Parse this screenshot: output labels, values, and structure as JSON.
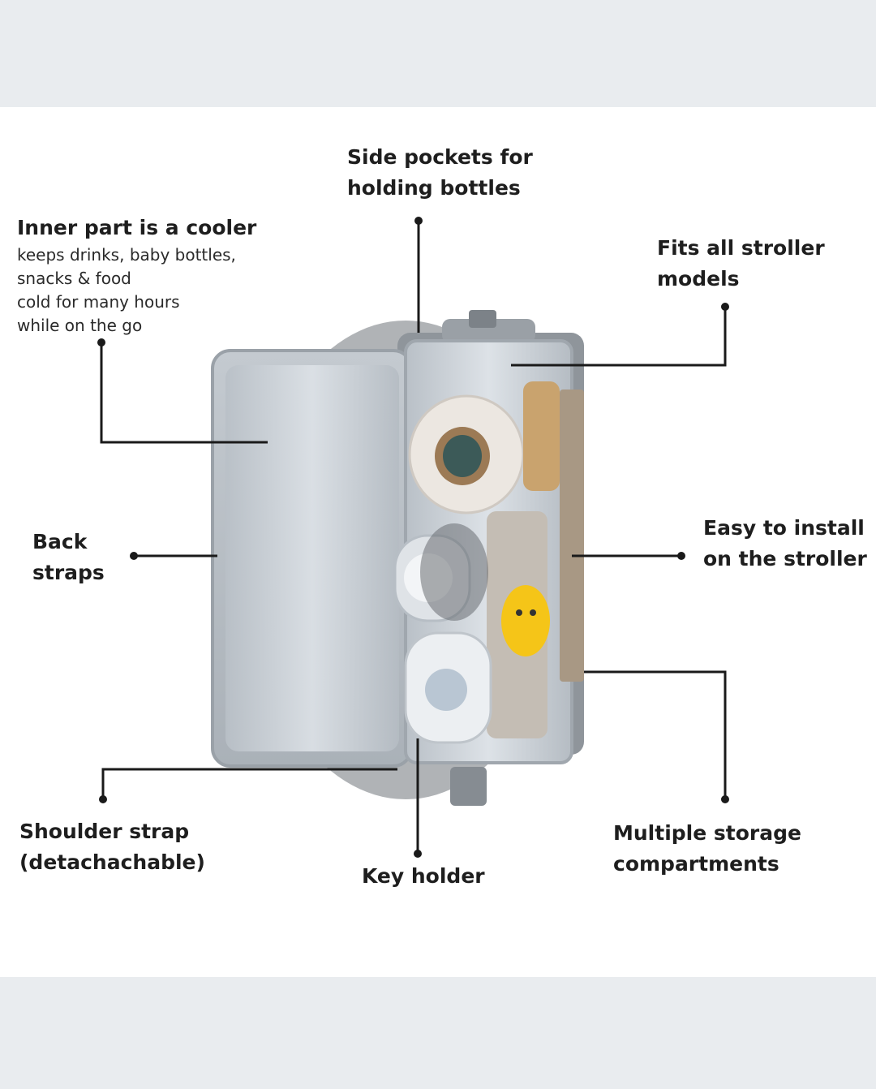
{
  "callouts": {
    "side_pockets": {
      "line1": "Side pockets for",
      "line2": "holding bottles"
    },
    "inner_cooler": {
      "title": "Inner part is a cooler",
      "desc1": "keeps drinks, baby bottles,",
      "desc2": "snacks & food",
      "desc3": "cold for many hours",
      "desc4": "while on the go"
    },
    "fits_stroller": {
      "line1": "Fits all stroller",
      "line2": "models"
    },
    "back_straps": {
      "line1": "Back",
      "line2": "straps"
    },
    "easy_install": {
      "line1": "Easy to install",
      "line2": "on the stroller"
    },
    "shoulder_strap": {
      "line1": "Shoulder strap",
      "line2": "(detachachable)"
    },
    "key_holder": {
      "line1": "Key holder"
    },
    "storage": {
      "line1": "Multiple storage",
      "line2": "compartments"
    }
  },
  "colors": {
    "band": "#e9ecef",
    "panel": "#ffffff",
    "leader": "#1a1a1a",
    "cooler_silver": "#c9ced4"
  }
}
